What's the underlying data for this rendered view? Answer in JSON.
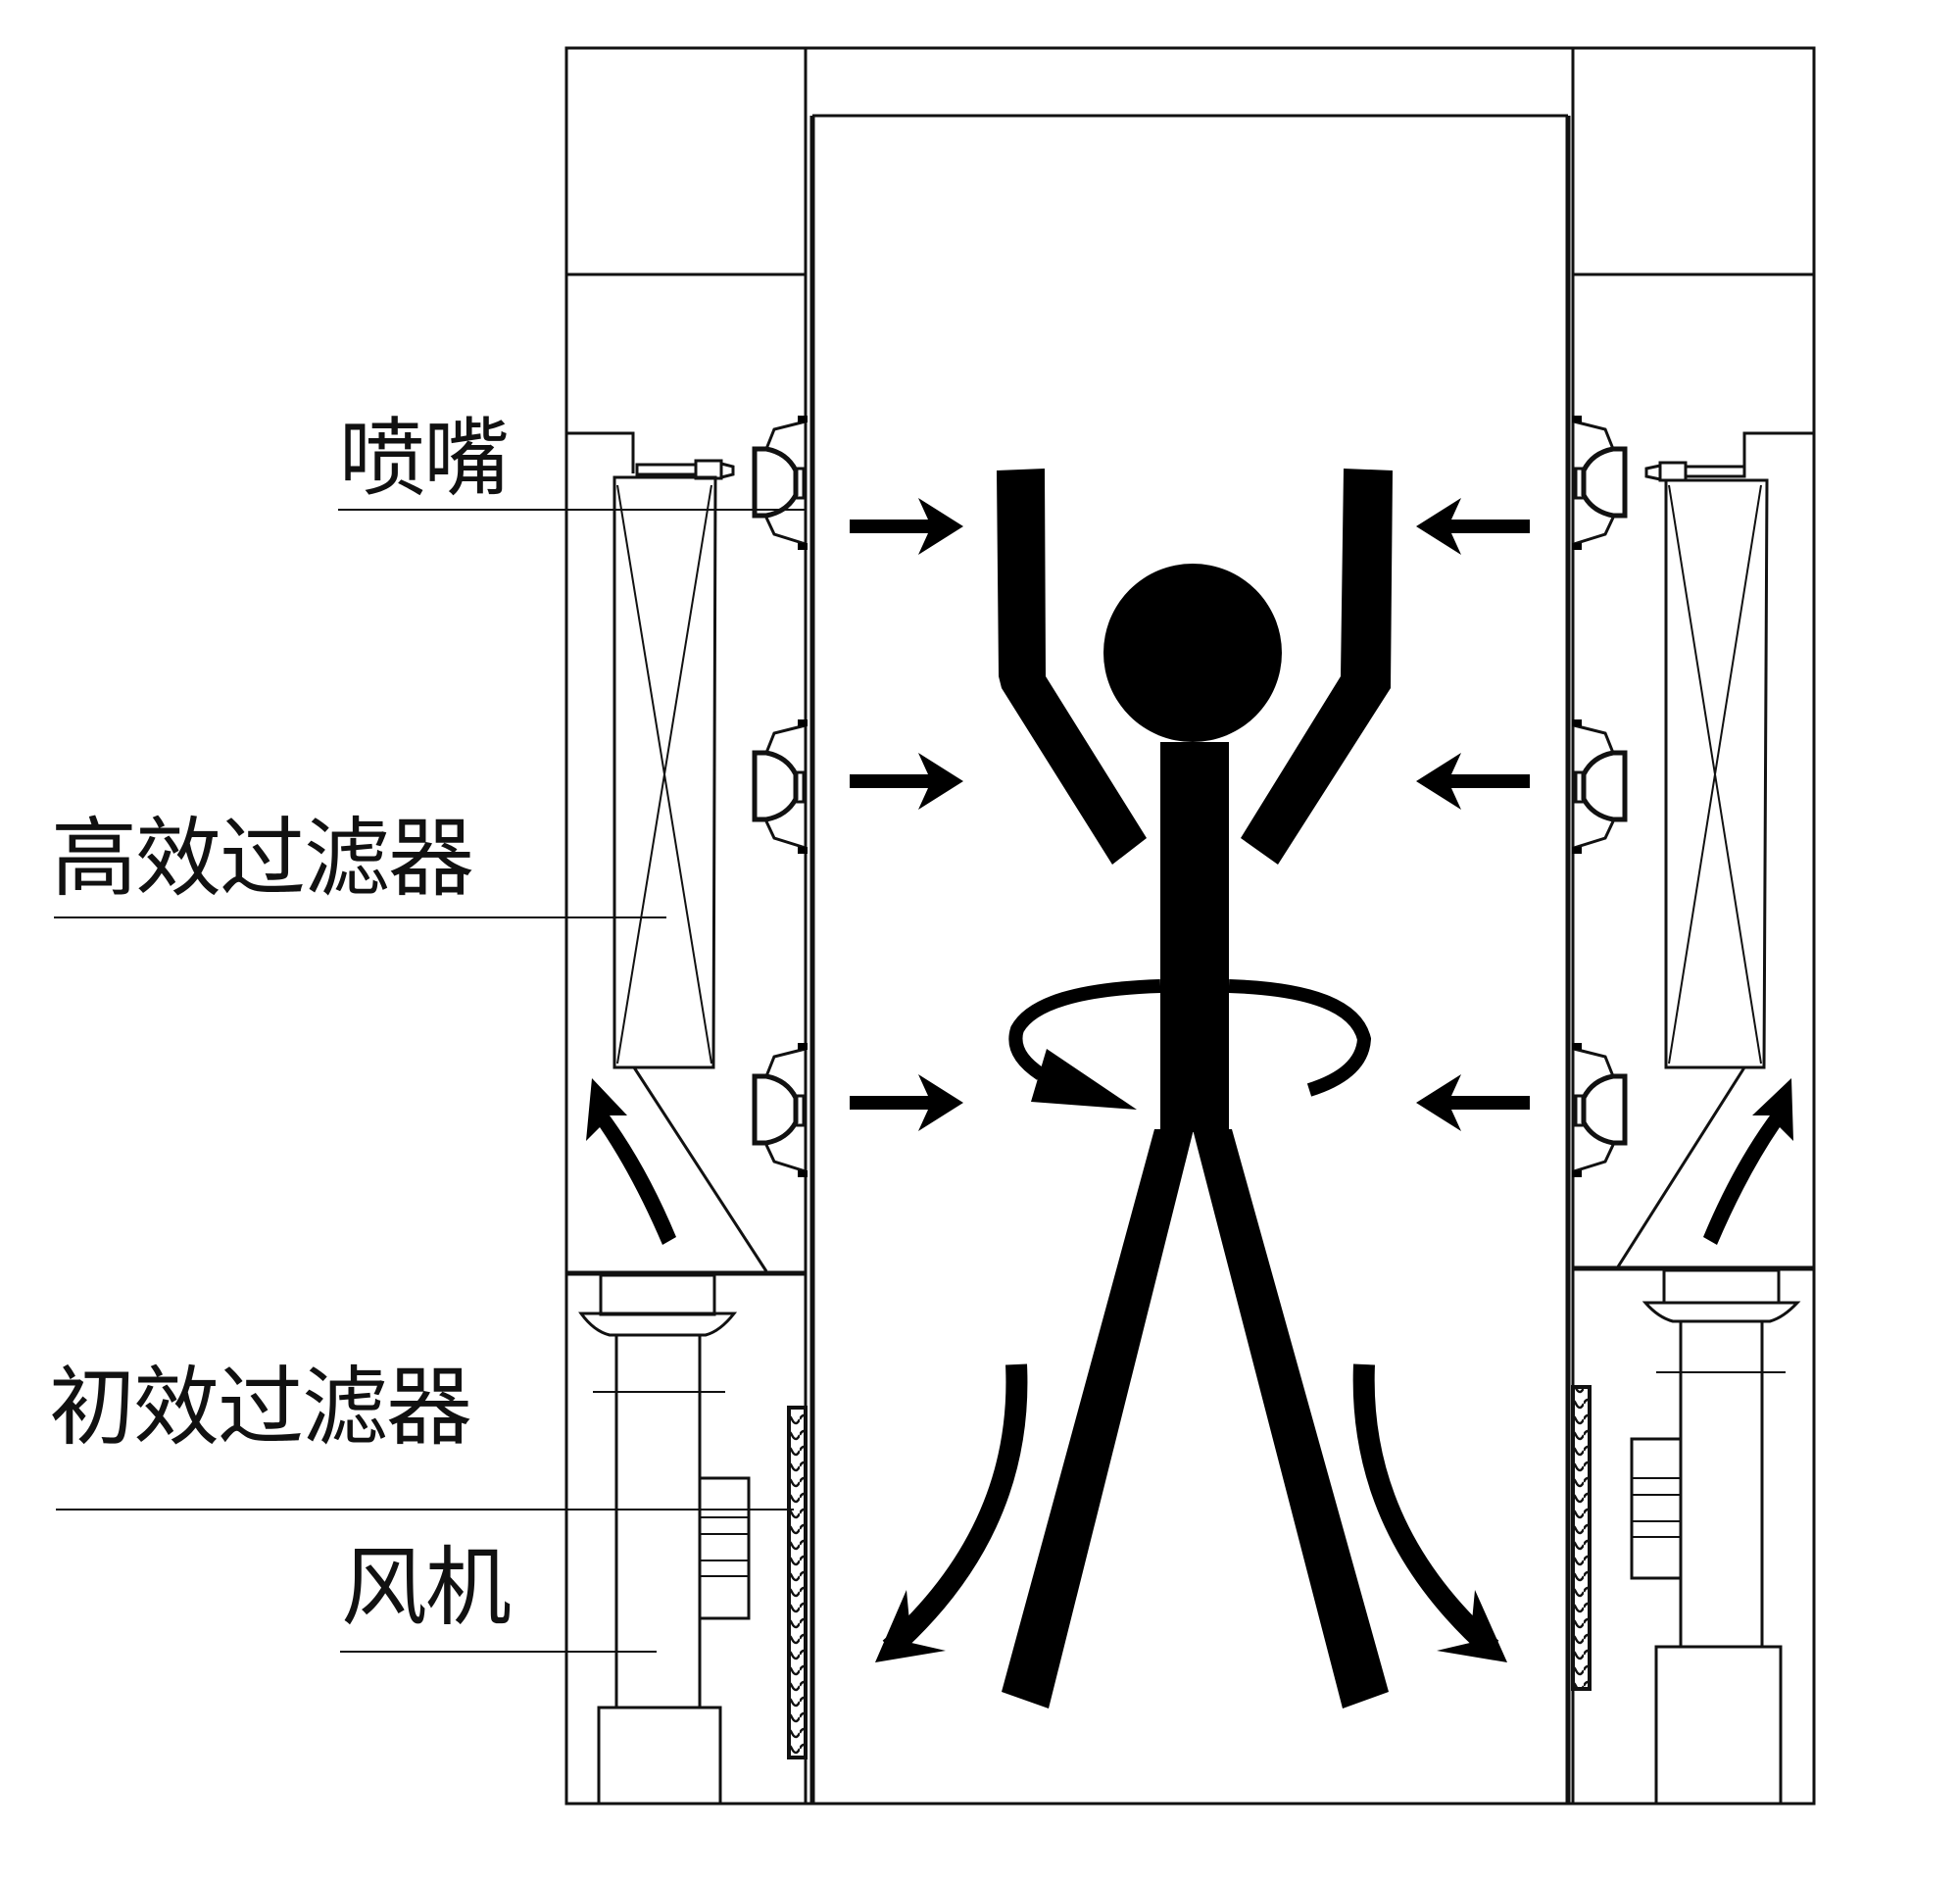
{
  "diagram": {
    "type": "air shower cross-section schematic",
    "colors": {
      "line": "#111111",
      "fill": "#000000",
      "background": "#ffffff"
    },
    "labels": [
      {
        "id": "nozzle",
        "text": "喷嘴"
      },
      {
        "id": "hepa_filter",
        "text": "高效过滤器"
      },
      {
        "id": "primary_filter",
        "text": "初效过滤器"
      },
      {
        "id": "fan",
        "text": "风机"
      }
    ],
    "components": {
      "nozzles_per_side": 3,
      "airflow_arrows_per_side": 3,
      "figure": "person with raised arms",
      "rotation_arrow": "turn around",
      "exhaust_arrows": 2,
      "return_arrows": 2
    }
  }
}
